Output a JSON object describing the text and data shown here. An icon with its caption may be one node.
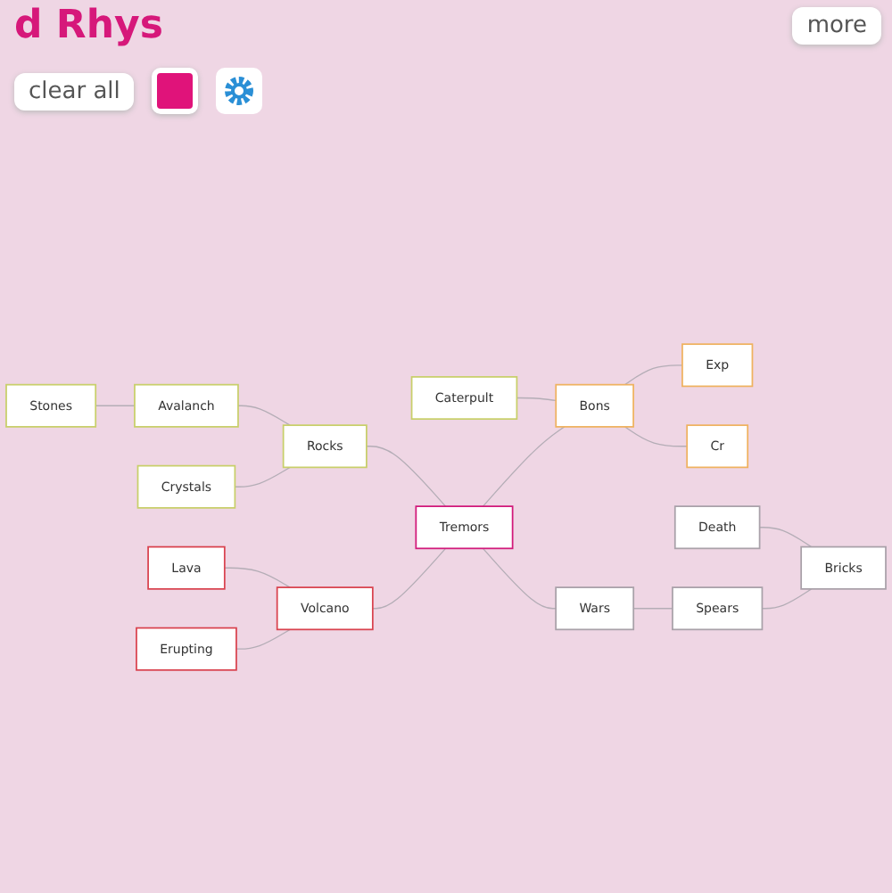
{
  "diagram": {
    "title": "d Rhys",
    "nodes": [
      {
        "text": [
          "Avalanch"
        ]
      },
      {
        "text": [
          "Stones"
        ]
      },
      {
        "text": [
          "Crystals"
        ]
      },
      {
        "text": [
          "Caterpult"
        ]
      },
      {
        "text": [
          "Rocks"
        ]
      },
      {
        "text": [
          "Exp"
        ]
      },
      {
        "text": [
          "Lava"
        ]
      },
      {
        "text": [
          "Bons"
        ]
      },
      {
        "text": [
          "Cr"
        ]
      },
      {
        "text": [
          "Tremors"
        ]
      },
      {
        "text": [
          "Volcano"
        ]
      },
      {
        "text": [
          "Erupting"
        ]
      },
      {
        "text": [
          "Death"
        ]
      },
      {
        "text": [
          "Wars"
        ]
      },
      {
        "text": [
          "Bricks"
        ]
      },
      {
        "text": [
          "Spears"
        ]
      }
    ],
    "edges": [
      {
        "from": 1,
        "to": 0,
        "arrow": "none"
      },
      {
        "from": 0,
        "to": 4,
        "arrow": "none"
      },
      {
        "from": 2,
        "to": 4,
        "arrow": "none"
      },
      {
        "from": 4,
        "to": 9,
        "arrow": "none"
      },
      {
        "from": 3,
        "to": 7,
        "arrow": "none"
      },
      {
        "from": 9,
        "to": 7,
        "arrow": "none"
      },
      {
        "from": 7,
        "to": 5,
        "arrow": "none"
      },
      {
        "from": 7,
        "to": 8,
        "arrow": "none"
      },
      {
        "from": 6,
        "to": 10,
        "arrow": "none"
      },
      {
        "from": 11,
        "to": 10,
        "arrow": "none"
      },
      {
        "from": 10,
        "to": 9,
        "arrow": "none"
      },
      {
        "from": 9,
        "to": 13,
        "arrow": "none"
      },
      {
        "from": 13,
        "to": 15,
        "arrow": "none"
      },
      {
        "from": 12,
        "to": 14,
        "arrow": "none"
      },
      {
        "from": 15,
        "to": 14,
        "arrow": "none"
      }
    ],
    "labels": [
      "clear all",
      "more"
    ]
  }
}
